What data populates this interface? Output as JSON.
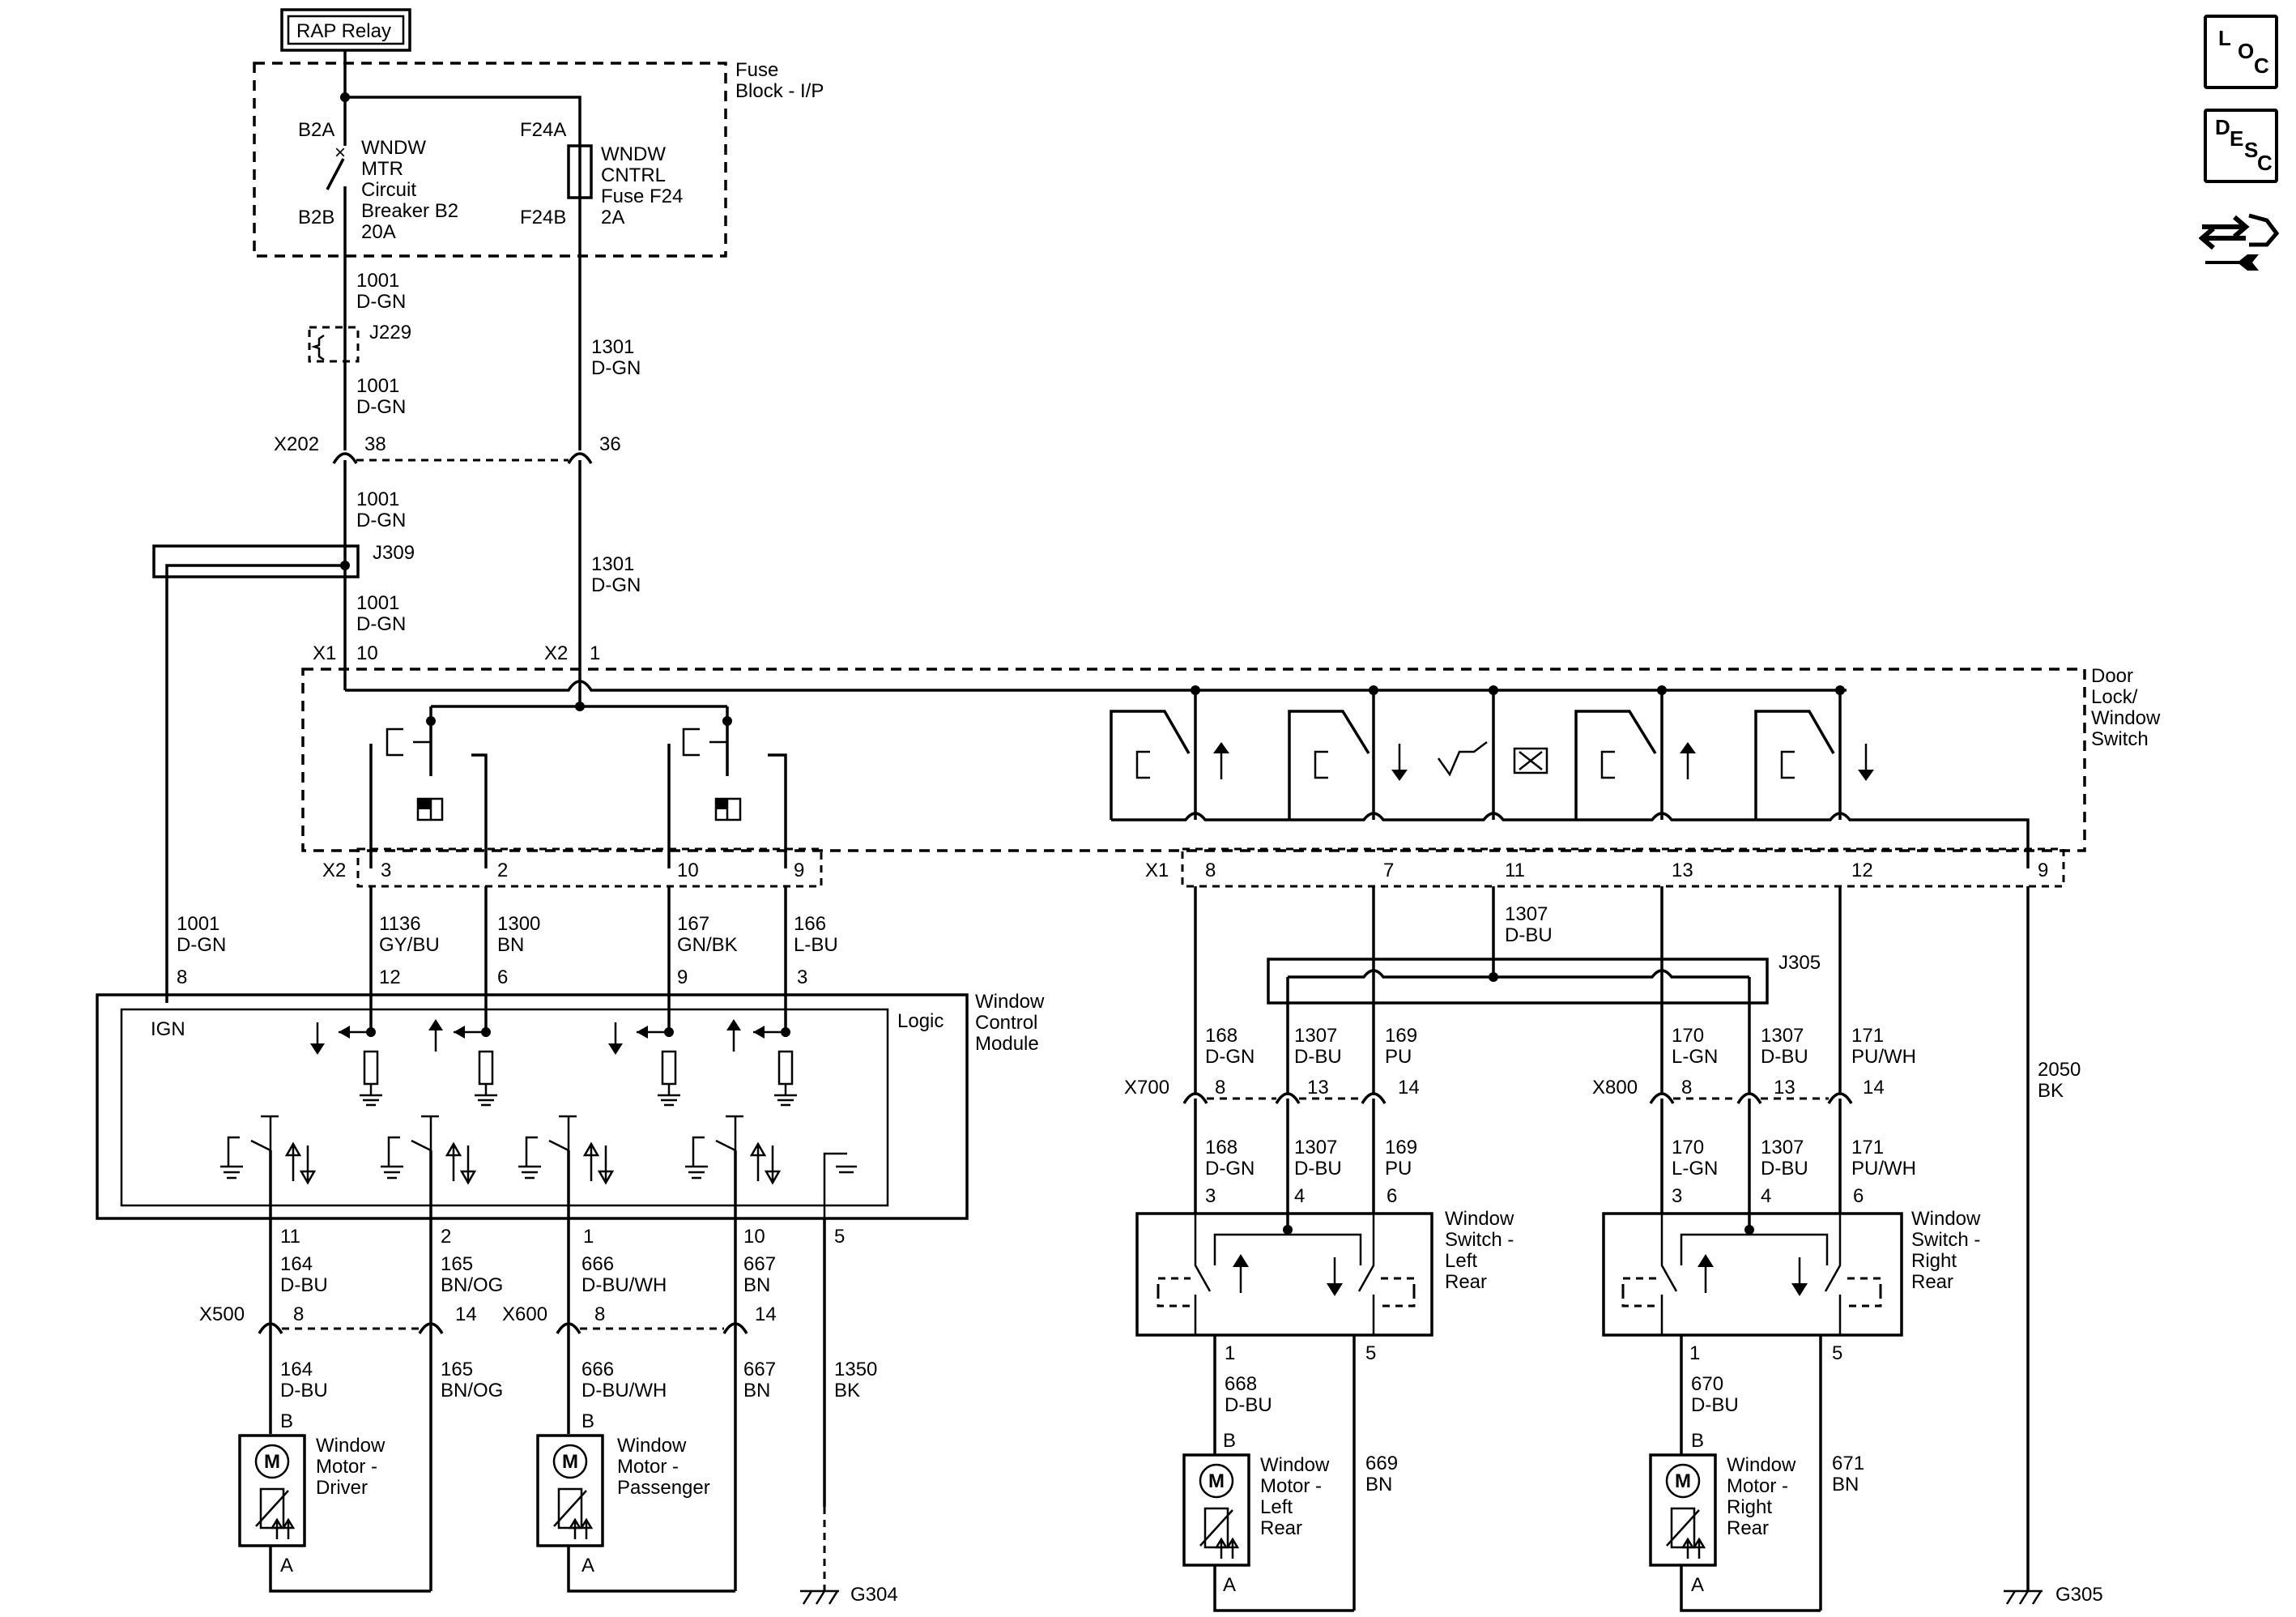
{
  "side_buttons": {
    "loc": [
      "L",
      "O",
      "C"
    ],
    "desc": [
      "D",
      "E",
      "S",
      "C"
    ],
    "tools_icon": "connector-wrench-icon"
  },
  "labels": {
    "rap_relay": "RAP Relay",
    "fuse_block": [
      "Fuse",
      "Block - I/P"
    ],
    "b2a": "B2A",
    "b2b": "B2B",
    "f24a": "F24A",
    "f24b": "F24B",
    "cb_text": [
      "WNDW",
      "MTR",
      "Circuit",
      "Breaker B2",
      "20A"
    ],
    "fuse_text": [
      "WNDW",
      "CNTRL",
      "Fuse F24",
      "2A"
    ],
    "j229": "J229",
    "j309": "J309",
    "j305": "J305",
    "x202": "X202",
    "x202_pin_a": "38",
    "x202_pin_b": "36",
    "wire_1001": [
      "1001",
      "D-GN"
    ],
    "wire_1301": [
      "1301",
      "D-GN"
    ],
    "x1": "X1",
    "x2": "X2",
    "x1_pin_top": "10",
    "x2_pin_top": "1",
    "door_switch": [
      "Door",
      "Lock/",
      "Window",
      "Switch"
    ],
    "x2_pins": [
      "3",
      "2",
      "10",
      "9"
    ],
    "x1_pins": [
      "8",
      "7",
      "11",
      "13",
      "12",
      "9"
    ],
    "wire_1136": [
      "1136",
      "GY/BU"
    ],
    "wire_1300": [
      "1300",
      "BN"
    ],
    "wire_167": [
      "167",
      "GN/BK"
    ],
    "wire_166": [
      "166",
      "L-BU"
    ],
    "wire_1307": [
      "1307",
      "D-BU"
    ],
    "wire_2050": [
      "2050",
      "BK"
    ],
    "wcm_pins_top": [
      "8",
      "12",
      "6",
      "9",
      "3"
    ],
    "wcm": [
      "Window",
      "Control",
      "Module"
    ],
    "logic": "Logic",
    "ign": "IGN",
    "wcm_pins_bottom": [
      "11",
      "2",
      "1",
      "10",
      "5"
    ],
    "wire_164": [
      "164",
      "D-BU"
    ],
    "wire_165": [
      "165",
      "BN/OG"
    ],
    "wire_666": [
      "666",
      "D-BU/WH"
    ],
    "wire_667": [
      "667",
      "BN"
    ],
    "wire_1350": [
      "1350",
      "BK"
    ],
    "x500": "X500",
    "x500_pins": [
      "8",
      "14"
    ],
    "x600": "X600",
    "x600_pins": [
      "8",
      "14"
    ],
    "motor_driver": [
      "Window",
      "Motor -",
      "Driver"
    ],
    "motor_passenger": [
      "Window",
      "Motor -",
      "Passenger"
    ],
    "motor_lr": [
      "Window",
      "Motor -",
      "Left",
      "Rear"
    ],
    "motor_rr": [
      "Window",
      "Motor -",
      "Right",
      "Rear"
    ],
    "pin_a": "A",
    "pin_b": "B",
    "m": "M",
    "g304": "G304",
    "g305": "G305",
    "wire_168": [
      "168",
      "D-GN"
    ],
    "wire_169": [
      "169",
      "PU"
    ],
    "wire_170": [
      "170",
      "L-GN"
    ],
    "wire_171": [
      "171",
      "PU/WH"
    ],
    "x700": "X700",
    "x700_pins": [
      "8",
      "13",
      "14"
    ],
    "x800": "X800",
    "x800_pins": [
      "8",
      "13",
      "14"
    ],
    "sw_lr": [
      "Window",
      "Switch -",
      "Left",
      "Rear"
    ],
    "sw_rr": [
      "Window",
      "Switch -",
      "Right",
      "Rear"
    ],
    "sw_pins_top": [
      "3",
      "4",
      "6"
    ],
    "sw_pins_bottom": [
      "1",
      "5"
    ],
    "wire_668": [
      "668",
      "D-BU"
    ],
    "wire_669": [
      "669",
      "BN"
    ],
    "wire_670": [
      "670",
      "D-BU"
    ],
    "wire_671": [
      "671",
      "BN"
    ]
  }
}
